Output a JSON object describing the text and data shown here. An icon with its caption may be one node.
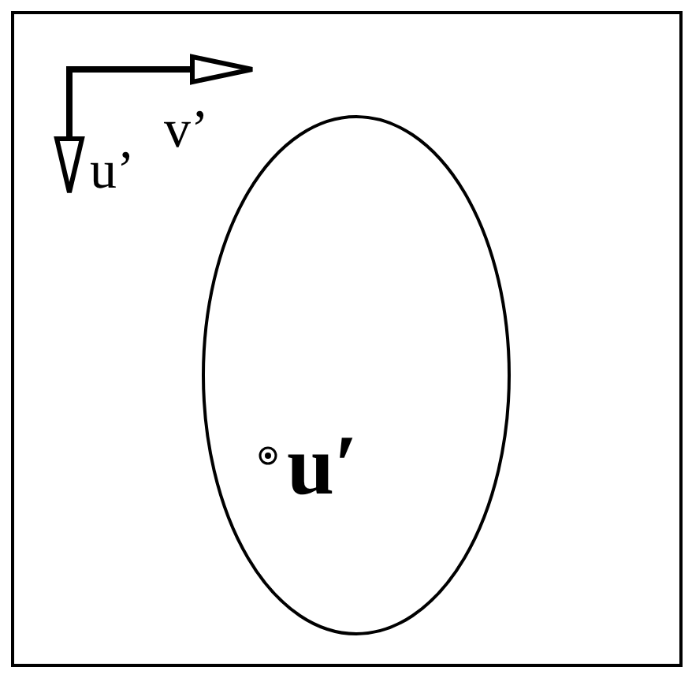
{
  "diagram": {
    "labels": [
      "v’",
      "u’",
      "u′"
    ]
  }
}
